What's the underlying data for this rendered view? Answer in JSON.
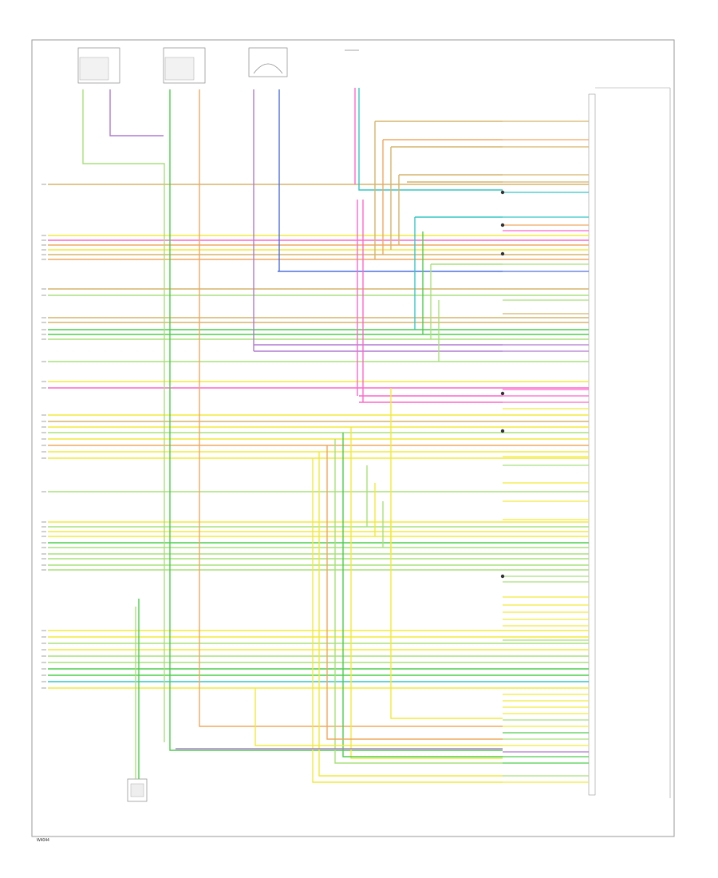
{
  "diagram": {
    "footer_code": "W4044",
    "colors": {
      "tan": "#d6b46a",
      "orange": "#f0a860",
      "pink": "#ff66cc",
      "yellow": "#f2ea3a",
      "green": "#4ccd4c",
      "light_green": "#a8e07a",
      "violet": "#b07ad0",
      "blue": "#5070e0",
      "cyan": "#35c6c6",
      "grey": "#999999",
      "black": "#333333"
    },
    "wire_colors": [
      "tan",
      "orange",
      "pink",
      "yellow",
      "green",
      "light_green",
      "violet",
      "blue",
      "cyan",
      "grey"
    ]
  }
}
